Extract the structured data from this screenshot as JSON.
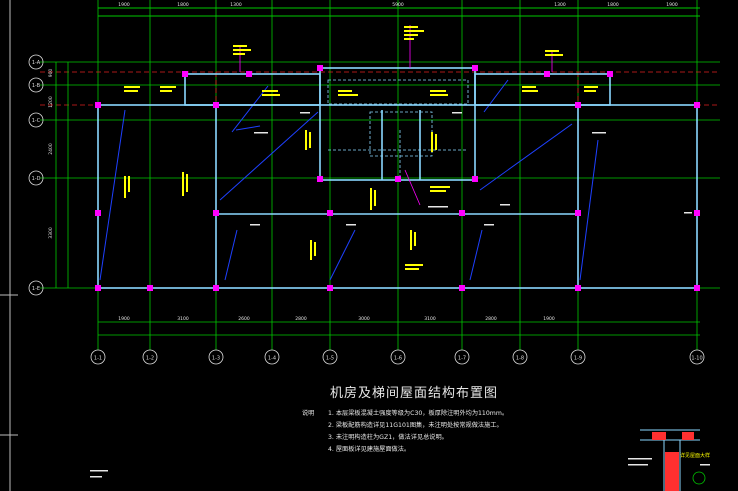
{
  "drawing": {
    "title": "机房及梯间屋面结构布置图",
    "notes_label": "说明",
    "notes": [
      "1. 本层梁板混凝土强度等级为C30，板厚除注明外均为110mm。",
      "2. 梁板配筋构造详见11G101图集，未注明处按常规做法施工。",
      "3. 未注明构造柱为GZ1，做法详见总说明。",
      "4. 屋面板详见建施屋面做法。"
    ]
  },
  "axes": {
    "bottom": [
      "1-1",
      "1-2",
      "1-3",
      "1-4",
      "1-5",
      "1-6",
      "1-7",
      "1-8",
      "1-9",
      "1-10"
    ],
    "left": [
      "1-A",
      "1-B",
      "1-C",
      "1-D",
      "1-E"
    ]
  },
  "dims": {
    "top": [
      "1900",
      "1800",
      "1300",
      "5900",
      "1300",
      "1800",
      "1900"
    ],
    "bottom": [
      "1900",
      "3100",
      "2600",
      "2800",
      "3000",
      "3100",
      "2800",
      "1900"
    ],
    "left": [
      "900",
      "1200",
      "2400",
      "3300"
    ]
  },
  "detail": {
    "label": "详见屋面大样"
  },
  "colors": {
    "axis": "#00c800",
    "beam": "#8ad8ff",
    "column": "#ff00ff",
    "slab": "#1e40ff",
    "label": "#ffff00",
    "text": "#e6e6e6",
    "hidden": "#e02020"
  }
}
